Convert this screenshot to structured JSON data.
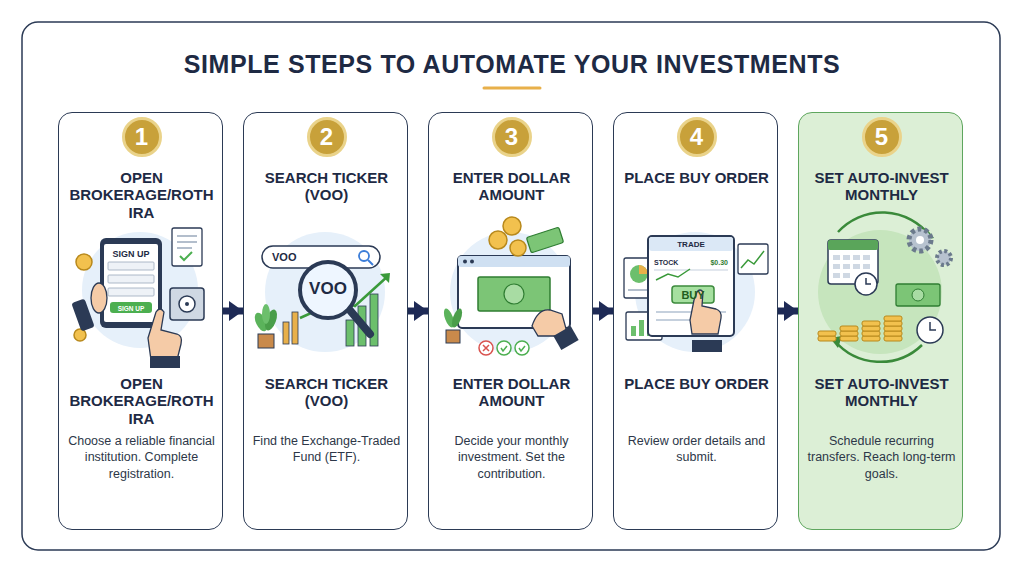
{
  "diagram": {
    "title": "SIMPLE STEPS TO AUTOMATE YOUR INVESTMENTS",
    "nodes": [
      {
        "text": [
          "OPEN BROKERAGE/ROTH IRA",
          "OPEN BROKERAGE/ROTH IRA",
          "Choose a reliable financial institution. Complete registration."
        ]
      },
      {
        "text": [
          "1"
        ],
        "in": 0
      },
      {
        "text": [
          "SEARCH TICKER (VOO)",
          "SEARCH TICKER (VOO)",
          "Find the Exchange-Traded Fund (ETF)."
        ]
      },
      {
        "text": [
          "2"
        ],
        "in": 2
      },
      {
        "text": [
          "ENTER DOLLAR AMOUNT",
          "ENTER DOLLAR AMOUNT",
          "Decide your monthly investment. Set the contribution."
        ]
      },
      {
        "text": [
          "3"
        ],
        "in": 4
      },
      {
        "text": [
          "PLACE BUY ORDER",
          "PLACE BUY ORDER",
          "Review order details and submit."
        ]
      },
      {
        "text": [
          "4"
        ],
        "in": 6
      },
      {
        "text": [
          "SET AUTO-INVEST MONTHLY",
          "SET AUTO-INVEST MONTHLY",
          "Schedule recurring transfers. Reach long-term goals."
        ]
      },
      {
        "text": [
          "5"
        ],
        "in": 8
      }
    ],
    "edges": [
      {
        "from": 0,
        "to": 2,
        "arrow": "to"
      },
      {
        "from": 2,
        "to": 4,
        "arrow": "to"
      },
      {
        "from": 4,
        "to": 6,
        "arrow": "to"
      },
      {
        "from": 6,
        "to": 8,
        "arrow": "to"
      }
    ],
    "labels": [
      "SIGN UP",
      "SIGN UP",
      "VOO",
      "VOO",
      "TRADE",
      "STOCK",
      "$0.30",
      "BUY"
    ]
  }
}
